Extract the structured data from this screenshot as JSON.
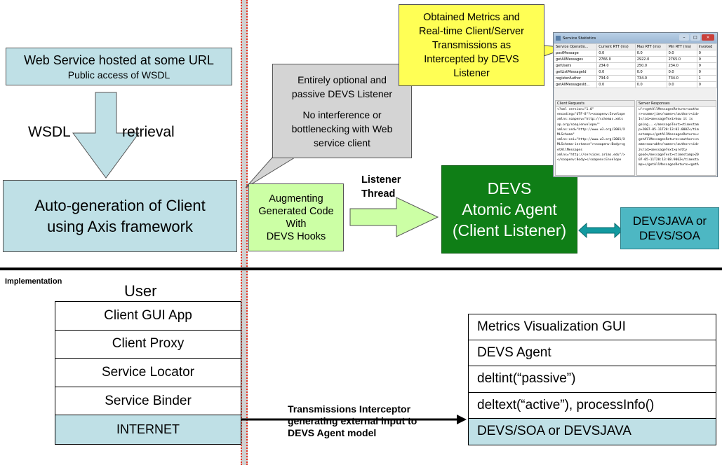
{
  "web_service": {
    "line1": "Web Service hosted at some URL",
    "line2": "Public access of WSDL"
  },
  "wsdl_label": "WSDL",
  "retrieval_label": "retrieval",
  "autogen": {
    "line1": "Auto-generation of Client",
    "line2": "using Axis framework"
  },
  "listener_callout": {
    "line1": "Entirely optional and",
    "line2": "passive DEVS Listener",
    "line3": "No interference or",
    "line4": "bottlenecking with Web",
    "line5": "service client"
  },
  "metrics_callout": {
    "line1": "Obtained Metrics and",
    "line2": "Real-time Client/Server",
    "line3": "Transmissions as",
    "line4": "Intercepted by DEVS",
    "line5": "Listener"
  },
  "augment": {
    "line1": "Augmenting",
    "line2": "Generated Code",
    "line3": "With",
    "line4": "DEVS Hooks"
  },
  "listener_thread": {
    "line1": "Listener",
    "line2": "Thread"
  },
  "devs_agent": {
    "line1": "DEVS",
    "line2": "Atomic Agent",
    "line3": "(Client Listener)"
  },
  "devsjava": {
    "line1": "DEVSJAVA or",
    "line2": "DEVS/SOA"
  },
  "implementation_label": "Implementation",
  "user_label": "User",
  "left_stack": [
    "Client GUI App",
    "Client Proxy",
    "Service Locator",
    "Service Binder",
    "INTERNET"
  ],
  "right_stack": [
    "Metrics Visualization GUI",
    "DEVS Agent",
    "deltint(“passive”)",
    "deltext(“active”), processInfo()",
    "DEVS/SOA or DEVSJAVA"
  ],
  "interceptor": {
    "line1": "Transmissions Interceptor",
    "line2": "generating external input to",
    "line3": "DEVS Agent model"
  },
  "stats_window": {
    "title": "Service Statistics",
    "columns": [
      "Service Operatio...",
      "Current RTT (ms)",
      "Max RTT (ms)",
      "Min RTT (ms)",
      "Invoked"
    ],
    "rows": [
      [
        "postMessage",
        "0.0",
        "0.0",
        "0.0",
        "0"
      ],
      [
        "getAllMessages",
        "2766.0",
        "2922.0",
        "2765.0",
        "9"
      ],
      [
        "getUsers",
        "234.0",
        "250.0",
        "234.0",
        "9"
      ],
      [
        "getListMessageId",
        "0.0",
        "0.0",
        "0.0",
        "0"
      ],
      [
        "registerAuthor",
        "734.0",
        "734.0",
        "734.0",
        "1"
      ],
      [
        "getAllMessagesId...",
        "0.0",
        "0.0",
        "0.0",
        "0"
      ]
    ],
    "client_requests_label": "Client Requests",
    "server_responses_label": "Server Responses",
    "client_lines": [
      "<?xml version=\"1.0\"",
      "encoding=\"UTF-8\"?><soapenv:Envelope",
      "xmlns:soapenv=\"http://schemas.xmls",
      "ap.org/soap/envelope/\"",
      "xmlns:xsd=\"http://www.w3.org/2001/X",
      "MLSchema\"",
      "xmlns:xsi=\"http://www.w3.org/2001/X",
      "MLSchema-instance\"><soapenv:Body><g",
      "etAllMessages",
      "xmlns=\"http://services.arims.edu\"/>",
      "</soapenv:Body></soapenv:Envelope"
    ],
    "server_lines": [
      "u\"><getAllMessagesReturn><autho",
      "r><name>jim</name></author><id>",
      "1</id><messageText>how it is",
      "going...</messageText><timestam",
      "p>2007-05-11T20:13:02.000Z</tim",
      "estamp></getAllMessagesReturn><",
      "getAllMessagesReturn><author><n",
      "ame>sourabh</name></author><id>",
      "2</id><messageText>pretty",
      "good</messageText><timestamp>20",
      "07-05-11T20:13:08.906Z</timesta",
      "mp></getAllMessagesReturn><getA"
    ]
  }
}
